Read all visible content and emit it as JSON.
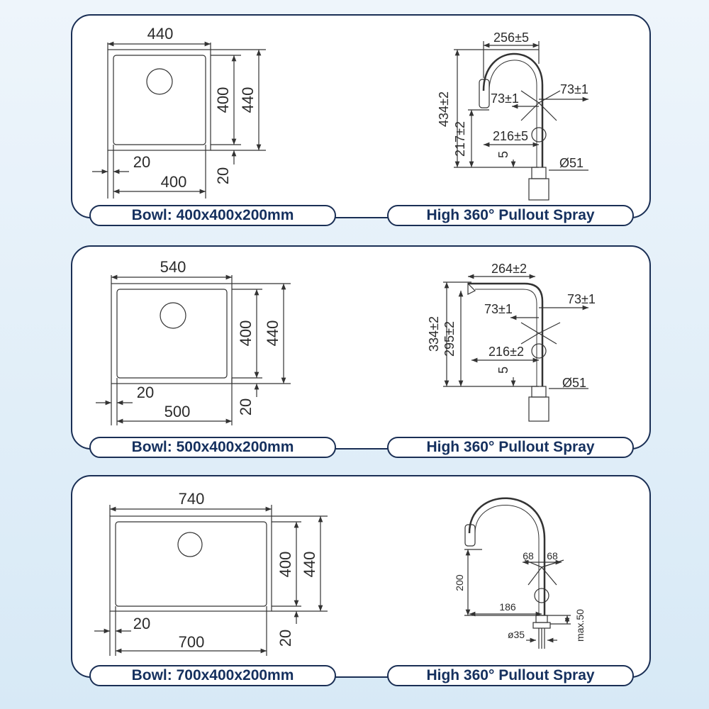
{
  "sections": [
    {
      "bowl_caption": "Bowl: 400x400x200mm",
      "tap_caption": "High 360° Pullout Spray",
      "sink": {
        "outer_width": "440",
        "inner_width": "400",
        "bowl_depth_inner": "400",
        "bowl_depth_outer": "440",
        "rim_left": "20",
        "rim_bottom": "20"
      },
      "tap": {
        "reach": "256±5",
        "height_total": "434±2",
        "height_spout": "217±2",
        "lever_left": "73±1",
        "lever_right": "73±1",
        "base_reach": "216±5",
        "gap": "5",
        "diameter": "Ø51"
      }
    },
    {
      "bowl_caption": "Bowl: 500x400x200mm",
      "tap_caption": "High 360° Pullout Spray",
      "sink": {
        "outer_width": "540",
        "inner_width": "500",
        "bowl_depth_inner": "400",
        "bowl_depth_outer": "440",
        "rim_left": "20",
        "rim_bottom": "20"
      },
      "tap": {
        "reach": "264±2",
        "height_total": "334±2",
        "height_spout": "295±2",
        "lever_left": "73±1",
        "lever_right": "73±1",
        "base_reach": "216±2",
        "gap": "5",
        "diameter": "Ø51"
      }
    },
    {
      "bowl_caption": "Bowl: 700x400x200mm",
      "tap_caption": "High 360° Pullout Spray",
      "sink": {
        "outer_width": "740",
        "inner_width": "700",
        "bowl_depth_inner": "400",
        "bowl_depth_outer": "440",
        "rim_left": "20",
        "rim_bottom": "20"
      },
      "tap": {
        "lever_left": "68",
        "lever_right": "68",
        "height": "200",
        "base_reach": "186",
        "diameter": "ø35",
        "max_thickness": "max.50"
      }
    }
  ]
}
